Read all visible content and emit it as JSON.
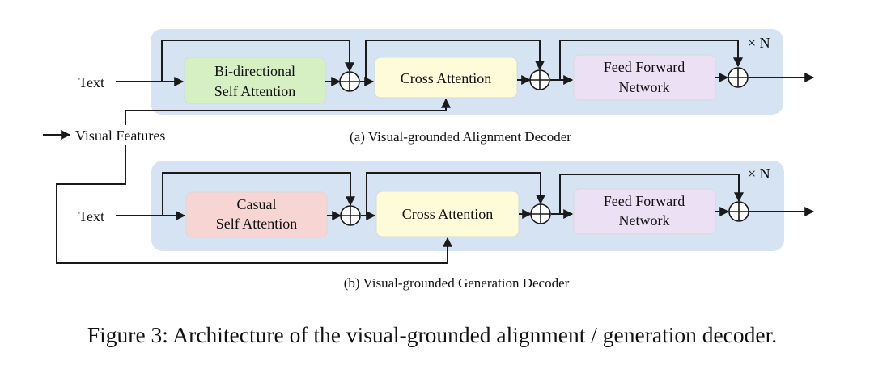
{
  "colors": {
    "panel": "#d5e3f2",
    "self_attention_bidirectional": "#d6f0c3",
    "self_attention_causal": "#f6d5d3",
    "cross_attention": "#fdfbd8",
    "feed_forward": "#ece0f4",
    "lines": "#1a1a1a"
  },
  "inputs": {
    "visual_features": "Visual Features"
  },
  "decoders": [
    {
      "input_label": "Text",
      "self_attention_line1": "Bi-directional",
      "self_attention_line2": "Self Attention",
      "cross_attention": "Cross Attention",
      "ffn_line1": "Feed Forward",
      "ffn_line2": "Network",
      "repeat": "× N",
      "caption": "(a) Visual-grounded Alignment Decoder"
    },
    {
      "input_label": "Text",
      "self_attention_line1": "Casual",
      "self_attention_line2": "Self Attention",
      "cross_attention": "Cross Attention",
      "ffn_line1": "Feed Forward",
      "ffn_line2": "Network",
      "repeat": "× N",
      "caption": "(b) Visual-grounded Generation Decoder"
    }
  ],
  "figure_caption": "Figure 3: Architecture of the visual-grounded alignment / generation decoder."
}
